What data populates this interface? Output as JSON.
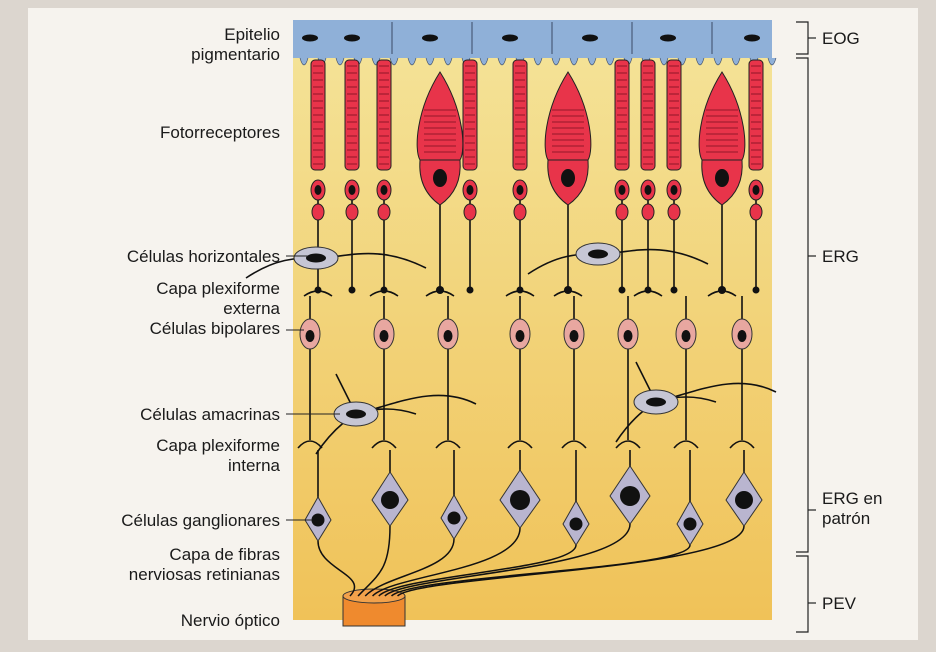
{
  "labels": {
    "left": [
      {
        "id": "epitelio",
        "lines": [
          "Epitelio",
          "pigmentario"
        ]
      },
      {
        "id": "fotorreceptores",
        "lines": [
          "Fotorreceptores"
        ]
      },
      {
        "id": "horizontales",
        "lines": [
          "Células horizontales"
        ]
      },
      {
        "id": "plexiforme-externa",
        "lines": [
          "Capa plexiforme",
          "externa"
        ]
      },
      {
        "id": "bipolares",
        "lines": [
          "Células bipolares"
        ]
      },
      {
        "id": "amacrinas",
        "lines": [
          "Células amacrinas"
        ]
      },
      {
        "id": "plexiforme-interna",
        "lines": [
          "Capa plexiforme",
          "interna"
        ]
      },
      {
        "id": "ganglionares",
        "lines": [
          "Células ganglionares"
        ]
      },
      {
        "id": "fibras",
        "lines": [
          "Capa de fibras",
          "nerviosas retinianas"
        ]
      },
      {
        "id": "nervio",
        "lines": [
          "Nervio óptico"
        ]
      }
    ],
    "right": [
      {
        "id": "eog",
        "lines": [
          "EOG"
        ]
      },
      {
        "id": "erg",
        "lines": [
          "ERG"
        ]
      },
      {
        "id": "erg-patron",
        "lines": [
          "ERG en",
          "patrón"
        ]
      },
      {
        "id": "pev",
        "lines": [
          "PEV"
        ]
      }
    ]
  },
  "colors": {
    "epithelium": "#8fb0d8",
    "retina_top": "#f3df8f",
    "retina_bottom": "#f0c35a",
    "photoreceptor": "#e8344a",
    "bipolar": "#e8a7a0",
    "ganglion": "#b9b5cf",
    "horizontal": "#c6c6d4",
    "nucleus": "#111111",
    "optic_nerve": "#ef8a2e",
    "page_paper": "#f6f3ee"
  }
}
